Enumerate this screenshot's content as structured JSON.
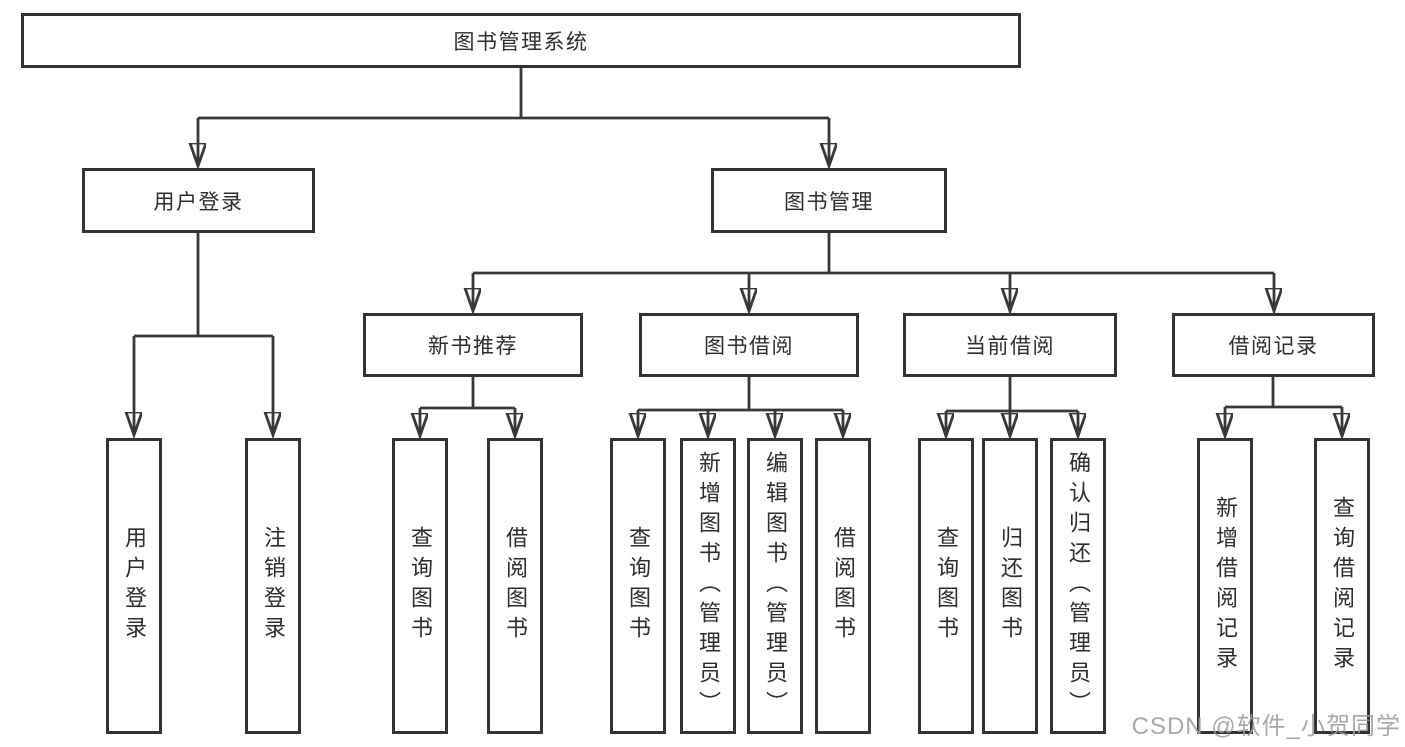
{
  "colors": {
    "line": "#383838",
    "box_border": "#333333",
    "text": "#2d2d2d",
    "background": "#ffffff",
    "watermark": "#9e9e9e"
  },
  "tree": {
    "label": "图书管理系统",
    "children": [
      {
        "label": "用户登录",
        "children": [
          {
            "label": "用户登录"
          },
          {
            "label": "注销登录"
          }
        ]
      },
      {
        "label": "图书管理",
        "children": [
          {
            "label": "新书推荐",
            "children": [
              {
                "label": "查询图书"
              },
              {
                "label": "借阅图书"
              }
            ]
          },
          {
            "label": "图书借阅",
            "children": [
              {
                "label": "查询图书"
              },
              {
                "label": "新增图书（管理员）"
              },
              {
                "label": "编辑图书（管理员）"
              },
              {
                "label": "借阅图书"
              }
            ]
          },
          {
            "label": "当前借阅",
            "children": [
              {
                "label": "查询图书"
              },
              {
                "label": "归还图书"
              },
              {
                "label": "确认归还（管理员）"
              }
            ]
          },
          {
            "label": "借阅记录",
            "children": [
              {
                "label": "新增借阅记录"
              },
              {
                "label": "查询借阅记录"
              }
            ]
          }
        ]
      }
    ]
  },
  "watermark": {
    "text": "CSDN @软件_小贺同学"
  }
}
